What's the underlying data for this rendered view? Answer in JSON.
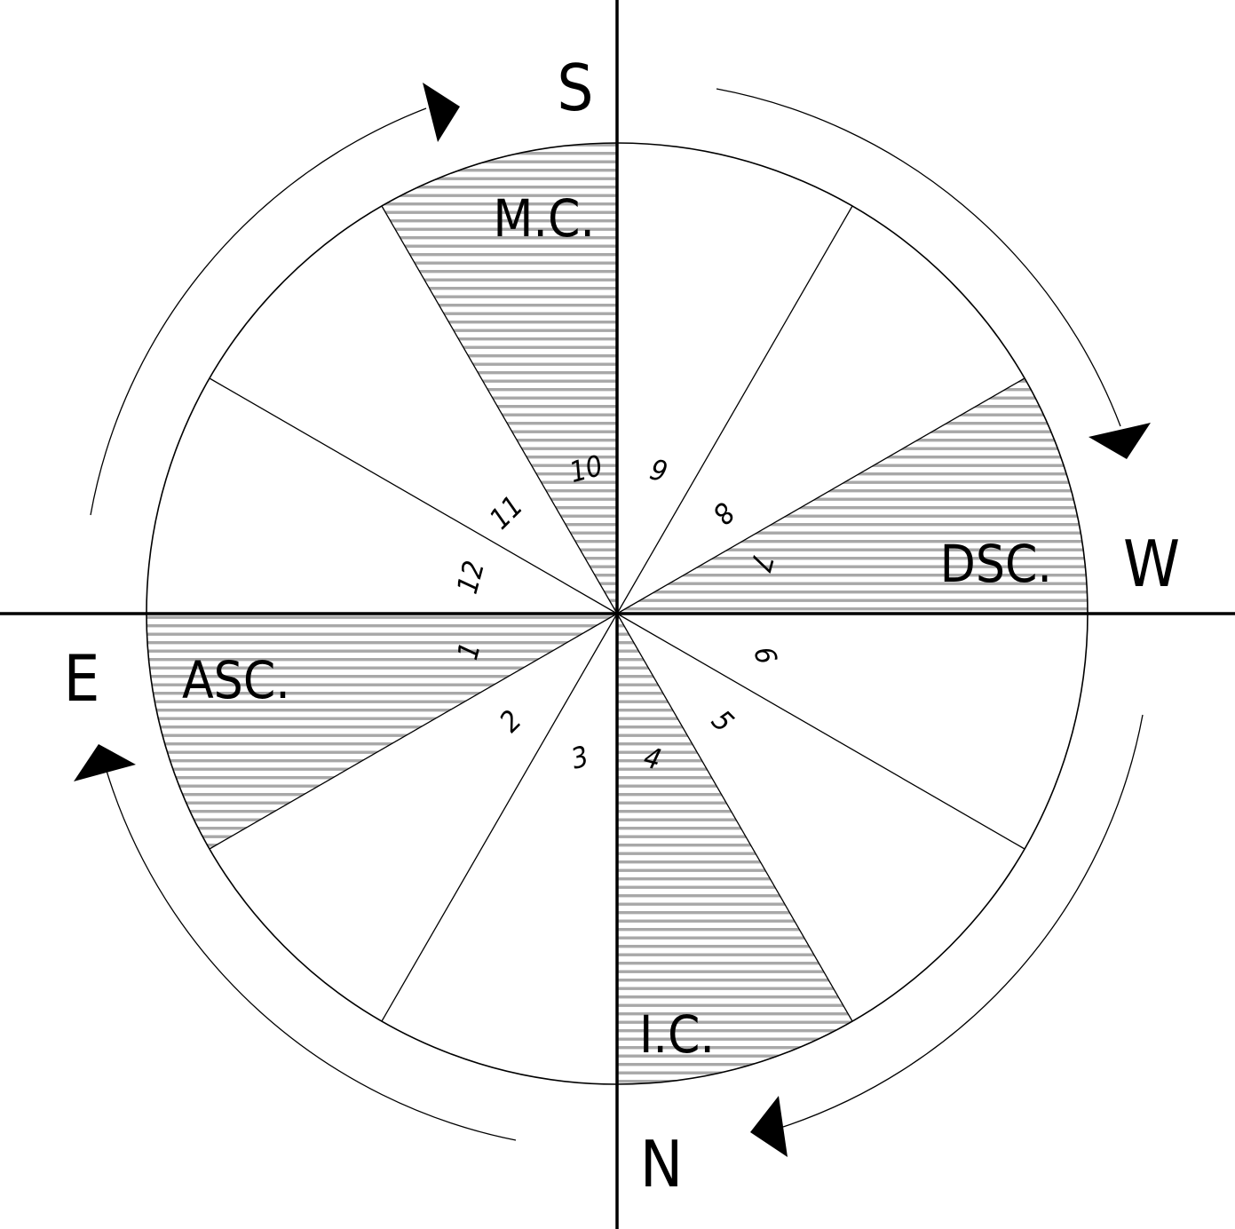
{
  "compass": {
    "south": "S",
    "north": "N",
    "east": "E",
    "west": "W"
  },
  "angles": {
    "mc": "M.C.",
    "ic": "I.C.",
    "asc": "ASC.",
    "dsc": "DSC."
  },
  "houses": [
    "1",
    "2",
    "3",
    "4",
    "5",
    "6",
    "7",
    "8",
    "9",
    "10",
    "11",
    "12"
  ],
  "highlighted_houses": [
    "1",
    "4",
    "7",
    "10"
  ],
  "colors": {
    "line": "#000000",
    "hatch": "#a8a8a8",
    "background": "#ffffff"
  }
}
